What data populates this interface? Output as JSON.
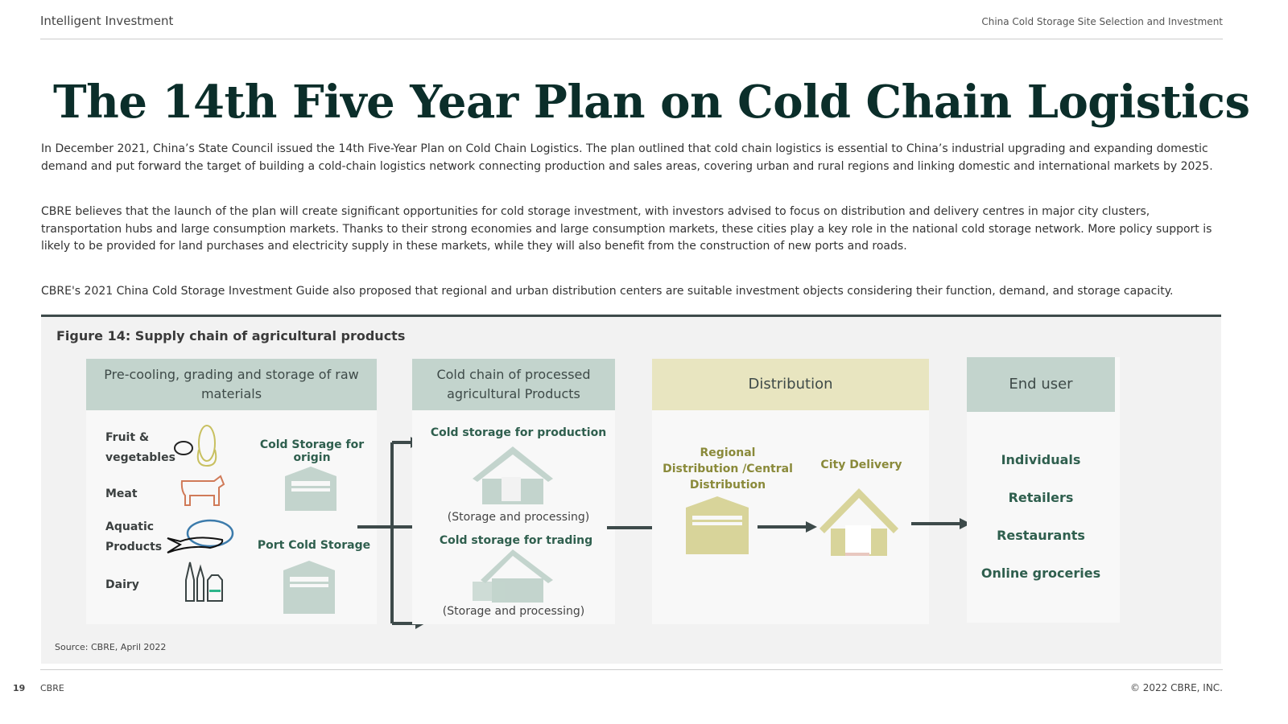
{
  "header": {
    "left": "Intelligent Investment",
    "right": "China Cold Storage Site Selection and Investment"
  },
  "title": "The 14th Five Year Plan on Cold Chain Logistics",
  "paragraphs": [
    "In December 2021, China’s State Council issued the 14th Five-Year Plan on Cold Chain Logistics. The plan outlined that cold chain logistics is essential to China’s industrial upgrading and expanding domestic demand and put forward the target of building a cold-chain logistics network connecting production and sales areas, covering urban and rural regions and linking domestic and international markets by 2025.",
    "CBRE believes that the launch of the plan will create significant opportunities for cold storage investment, with investors advised to focus on distribution and delivery centres in major city clusters, transportation hubs and large consumption markets. Thanks to their strong economies and large consumption markets, these cities play a key role in the national cold storage network. More policy support is likely to be provided for land purchases and electricity supply in these markets, while they will also benefit from the construction of new ports and roads.",
    "CBRE's 2021 China Cold Storage Investment Guide also proposed that regional and urban distribution centers are suitable investment objects considering their function, demand, and storage capacity."
  ],
  "figure": {
    "title": "Figure 14: Supply chain of agricultural products",
    "col1": {
      "header": "Pre-cooling, grading and storage of raw materials",
      "products": [
        "Fruit & vegetables",
        "Meat",
        "Aquatic Products",
        "Dairy"
      ],
      "origin": "Cold Storage for origin",
      "port": "Port Cold Storage"
    },
    "col2": {
      "header": "Cold chain of processed agricultural Products",
      "production": "Cold storage for production",
      "production_sub": "(Storage and processing)",
      "trading": "Cold storage for trading",
      "trading_sub": "(Storage and processing)"
    },
    "col3": {
      "header": "Distribution",
      "regional": "Regional Distribution /Central Distribution",
      "city": "City Delivery"
    },
    "col4": {
      "header": "End user",
      "items": [
        "Individuals",
        "Retailers",
        "Restaurants",
        "Online groceries"
      ]
    },
    "source": "Source: CBRE, April 2022"
  },
  "footer": {
    "page": "19",
    "brand": "CBRE",
    "copyright": "© 2022 CBRE, INC."
  },
  "colors": {
    "green_head": "#c3d4cd",
    "yellow_head": "#e8e5c0",
    "dark_green": "#2f5f4e",
    "olive": "#8a8a3a"
  }
}
